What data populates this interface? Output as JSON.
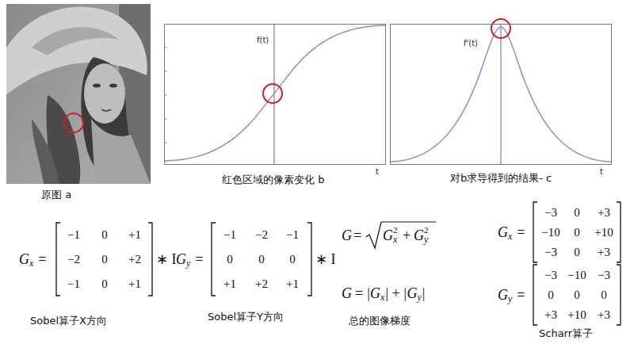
{
  "diagram": {
    "nodes": [
      {
        "text": [
          "f(t)",
          "t"
        ]
      },
      {
        "text": [
          "f'(t)",
          "t"
        ]
      }
    ],
    "labels": [
      "原图 a",
      "红色区域的像素变化 b",
      "对b求导得到的结果- c",
      "G",
      "x",
      "=",
      "−1",
      "0",
      "+1",
      "−2",
      "0",
      "+2",
      "−1",
      "0",
      "+1",
      "∗ I",
      "Sobel算子X方向",
      "G",
      "y",
      "=",
      "−1",
      "−2",
      "−1",
      "0",
      "0",
      "0",
      "+1",
      "+2",
      "+1",
      "∗ I",
      "Sobel算子Y方向",
      "G",
      "=",
      "G",
      "x",
      "2",
      "+",
      "G",
      "y",
      "2",
      "G",
      "=",
      "|G",
      "x",
      "|",
      "+",
      "|G",
      "y",
      "|",
      "总的图像梯度",
      "G",
      "x",
      "=",
      "−3",
      "0",
      "+3",
      "−10",
      "0",
      "+10",
      "−3",
      "0",
      "+3",
      "G",
      "y",
      "=",
      "−3",
      "−10",
      "−3",
      "0",
      "0",
      "0",
      "+3",
      "+10",
      "+3",
      "Scharr算子"
    ]
  }
}
